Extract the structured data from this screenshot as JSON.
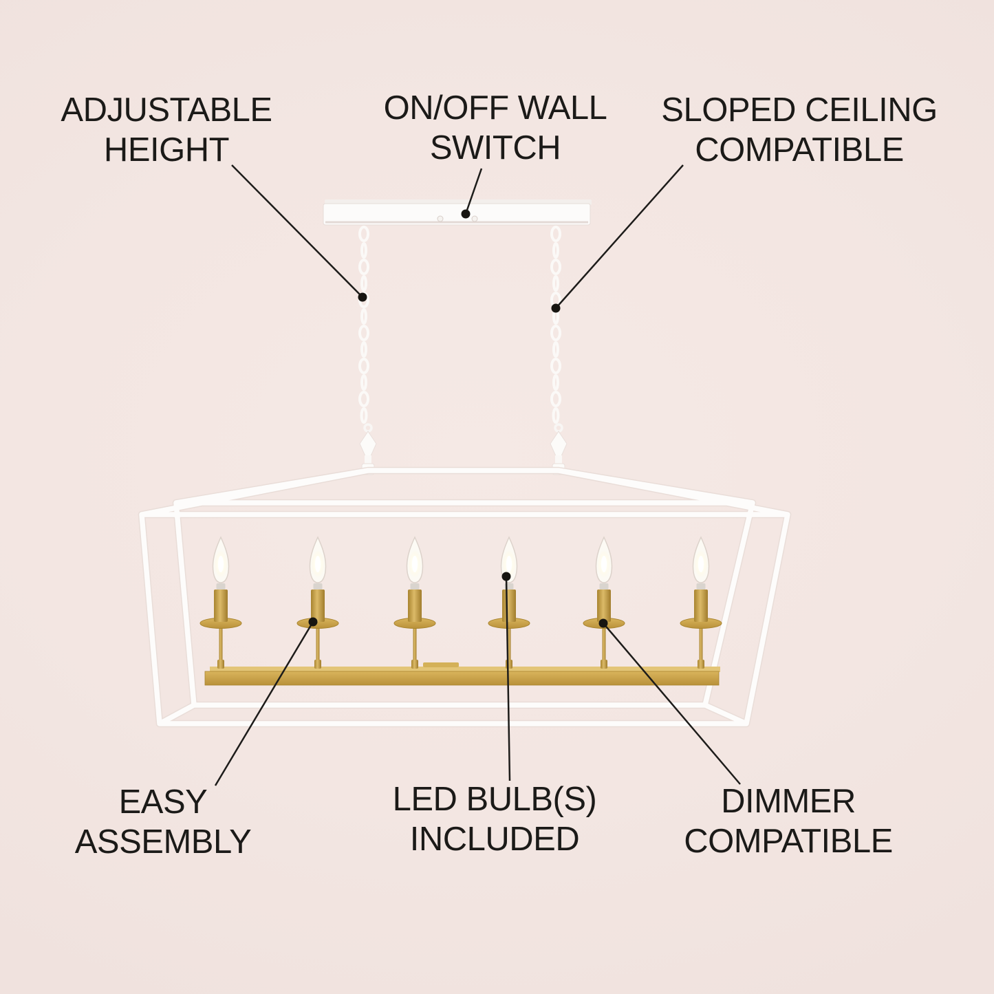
{
  "page": {
    "background_color": "#f3e6e2",
    "description_of_figure": "Annotated product diagram of a 6-light white and brass linear lantern chandelier"
  },
  "colors": {
    "text": "#1b1a18",
    "callout_line": "#1d1c1a",
    "frame_white": "#fdfcfb",
    "brass": "#d9b765",
    "brass_dark": "#a8842f",
    "bulb_glow": "#fffef6"
  },
  "figure": {
    "lights_count": 6
  },
  "callouts": {
    "adjustable_height": {
      "line1": "ADJUSTABLE",
      "line2": "HEIGHT"
    },
    "wall_switch": {
      "line1": "ON/OFF WALL",
      "line2": "SWITCH"
    },
    "sloped_ceiling": {
      "line1": "SLOPED CEILING",
      "line2": "COMPATIBLE"
    },
    "easy_assembly": {
      "line1": "EASY",
      "line2": "ASSEMBLY"
    },
    "led_bulbs": {
      "line1": "LED BULB(S)",
      "line2": "INCLUDED"
    },
    "dimmer": {
      "line1": "DIMMER",
      "line2": "COMPATIBLE"
    }
  }
}
